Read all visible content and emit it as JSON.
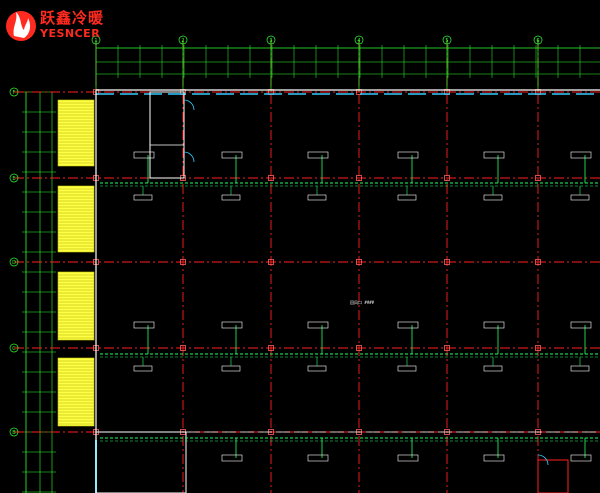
{
  "brand": {
    "name_cn": "跃鑫冷暖",
    "name_en": "YESNCER",
    "color": "#ff2a20"
  },
  "drawing": {
    "background": "#000000",
    "colors": {
      "grid_axis": "#ff2020",
      "duct": "#22ff66",
      "dimension": "#30ff30",
      "wall": "#ffffff",
      "stair": "#ffff44",
      "glass": "#33ccff",
      "column": "#ff6060"
    },
    "column_axes": [
      "1",
      "2",
      "3",
      "4",
      "5",
      "6"
    ],
    "row_axes": [
      "F",
      "E",
      "D",
      "C",
      "B"
    ],
    "center_label": "回风口 ####",
    "units": [
      {
        "id": "u1"
      },
      {
        "id": "u2"
      },
      {
        "id": "u3"
      },
      {
        "id": "u4"
      },
      {
        "id": "u5"
      }
    ]
  }
}
